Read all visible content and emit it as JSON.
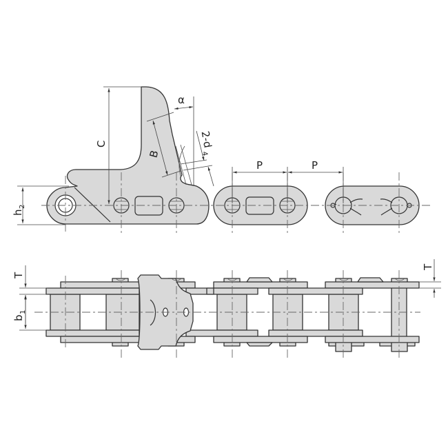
{
  "diagram": {
    "title": "Roller chain with bent attachment (side view and top view)",
    "colors": {
      "part_fill": "#d9d9d9",
      "outline": "#333333",
      "background": "#ffffff"
    },
    "side_view": {
      "labels": {
        "C": "C",
        "B": "B",
        "alpha": "α",
        "d4_prefix": "2-d",
        "d4_sub": "4",
        "P1": "P",
        "P2": "P",
        "h2_main": "h",
        "h2_sub": "2"
      }
    },
    "top_view": {
      "labels": {
        "T_left": "T",
        "b1_main": "b",
        "b1_sub": "1",
        "T_right": "T"
      }
    }
  }
}
